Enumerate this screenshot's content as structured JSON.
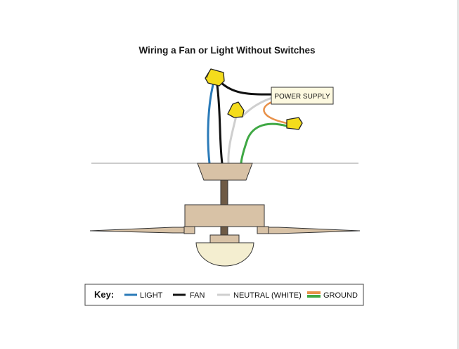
{
  "title": "Wiring a Fan or Light Without Switches",
  "power_supply_label": "POWER SUPPLY",
  "key": {
    "label": "Key:",
    "items": [
      {
        "text": "LIGHT",
        "color": "#2a7ab8"
      },
      {
        "text": "FAN",
        "color": "#111111"
      },
      {
        "text": "NEUTRAL (WHITE)",
        "color": "#cfcfcf"
      },
      {
        "text": "GROUND",
        "color_top": "#e8914a",
        "color_bottom": "#3fa844"
      }
    ]
  },
  "colors": {
    "wire_nut": "#f4dc1c",
    "fan_body": "#d8c2a6",
    "fan_rod": "#6e5a45",
    "light_globe": "#f4eed0",
    "ceiling_line": "#9a9a9a",
    "power_box_fill": "#fdf9e0"
  }
}
